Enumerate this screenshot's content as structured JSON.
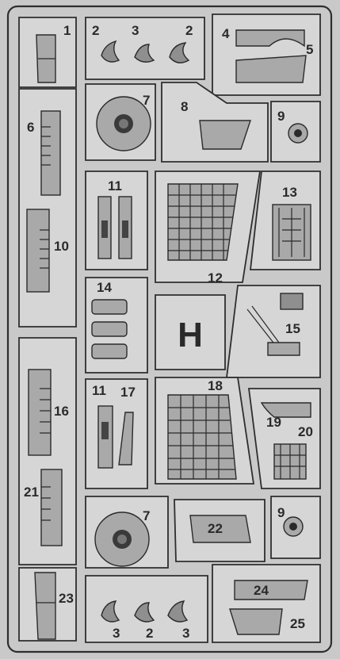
{
  "sprue": {
    "center_mark": "H",
    "labels": {
      "p1": "1",
      "p2a": "2",
      "p3a": "3",
      "p2b": "2",
      "p4": "4",
      "p5": "5",
      "p6": "6",
      "p7a": "7",
      "p8": "8",
      "p9a": "9",
      "p10": "10",
      "p11a": "11",
      "p12": "12",
      "p13": "13",
      "p14": "14",
      "p15": "15",
      "p16": "16",
      "p11b": "11",
      "p17": "17",
      "p18": "18",
      "p19": "19",
      "p20": "20",
      "p21": "21",
      "p7b": "7",
      "p9b": "9",
      "p22": "22",
      "p23": "23",
      "p3b": "3",
      "p2c": "2",
      "p3c": "3",
      "p24": "24",
      "p25": "25"
    }
  },
  "colors": {
    "background": "#c9c9c9",
    "frame": "#2e2e2e",
    "part": "#a9a9a9"
  }
}
